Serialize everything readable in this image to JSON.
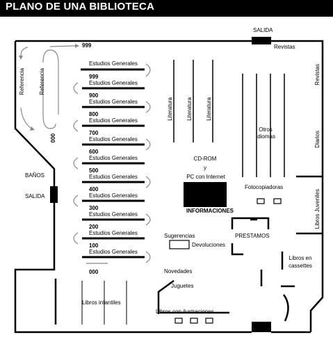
{
  "title": "PLANO DE UNA BIBLIOTECA",
  "exits": {
    "top": "SALIDA",
    "left": "SALIDA"
  },
  "rooms": {
    "banos": "BAÑOS"
  },
  "referencia": {
    "label1": "Referencia",
    "label2": "Referencia"
  },
  "stacks": {
    "top_number": "999",
    "bottom_number": "000",
    "side_number": "000",
    "section_label": "Estudios Generales",
    "numbers": [
      "999",
      "900",
      "800",
      "700",
      "600",
      "500",
      "400",
      "300",
      "200",
      "100"
    ]
  },
  "literatura": [
    "Literatura",
    "Literatura",
    "Literatura"
  ],
  "revistas": {
    "top": "Revistas",
    "side": "Revistas"
  },
  "diarios": "Diarios",
  "otros_idiomas": "Otros Idiomas",
  "cdrom": {
    "line1": "CD-ROM",
    "line2": "y",
    "line3": "PC con Internet"
  },
  "informaciones": "INFORMACIONES",
  "fotocopiadoras": "Fotocopiadoras",
  "libros_juveniles": "Libros Juveniles",
  "prestamos": "PRESTAMOS",
  "sugerencias": "Sugerencias",
  "devoluciones": "Devoluciones",
  "libros_cassettes": {
    "line1": "Libros en",
    "line2": "cassettes"
  },
  "novedades": "Novedades",
  "juguetes": "Juguetes",
  "libros_infantiles": "Libros infantiles",
  "libros_ilustraciones": "Libros con ilustraciones"
}
